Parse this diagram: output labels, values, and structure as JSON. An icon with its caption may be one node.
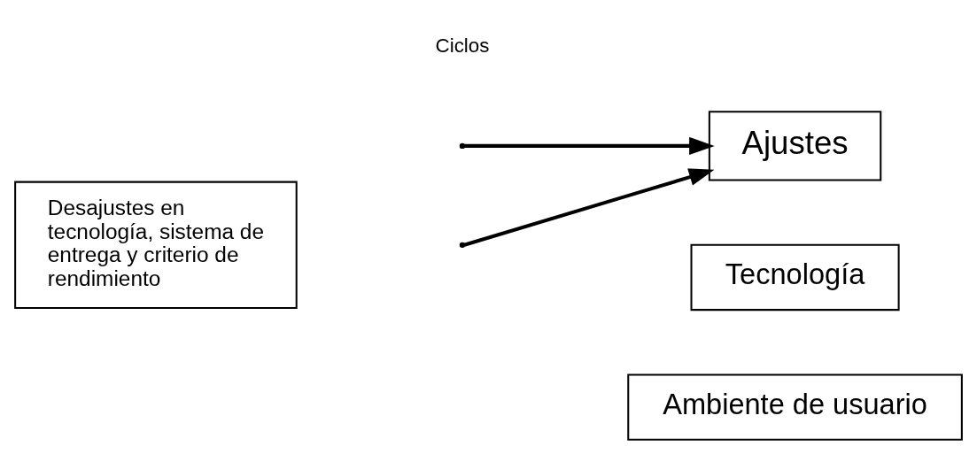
{
  "diagram": {
    "nodes": [
      {
        "text": [
          "Tecnología"
        ]
      },
      {
        "text": [
          "Desajustes en tecnología, sistema de entrega y criterio de rendimiento"
        ]
      },
      {
        "text": [
          "Ajustes"
        ]
      },
      {
        "text": [
          "Ambiente de usuario"
        ]
      }
    ],
    "edges": [
      {
        "from": null,
        "to": 2,
        "arrow": "to"
      },
      {
        "from": null,
        "to": 2,
        "arrow": "to"
      }
    ],
    "labels": [
      "Ciclos"
    ]
  }
}
